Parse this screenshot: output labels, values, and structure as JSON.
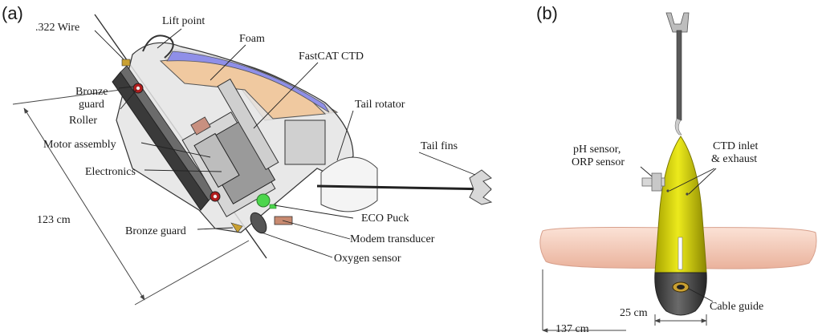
{
  "panels": {
    "a": "(a)",
    "b": "(b)"
  },
  "labels_a": {
    "wire": ".322 Wire",
    "lift_point": "Lift point",
    "foam": "Foam",
    "fastcat_ctd": "FastCAT CTD",
    "bronze_guard_top_1": "Bronze",
    "bronze_guard_top_2": "guard",
    "roller": "Roller",
    "tail_rotator": "Tail rotator",
    "motor_assembly": "Motor assembly",
    "tail_fins": "Tail fins",
    "electronics": "Electronics",
    "length": "123 cm",
    "eco_puck": "ECO Puck",
    "bronze_guard_bottom": "Bronze guard",
    "modem_transducer": "Modem transducer",
    "oxygen_sensor": "Oxygen sensor"
  },
  "labels_b": {
    "ph_sensor_1": "pH sensor,",
    "ph_sensor_2": "ORP sensor",
    "ctd_inlet_1": "CTD inlet",
    "ctd_inlet_2": "& exhaust",
    "cable_guide": "Cable guide",
    "width_small": "25 cm",
    "width_large": "137 cm"
  },
  "colors": {
    "foam": "#f0c9a0",
    "foam_edge": "#8f8fe8",
    "frame": "#e4e4e4",
    "hull_yellow": "#d8d400",
    "hull_dark": "#4a4a4a",
    "wing": "#f6cdbd",
    "bronze": "#c9a032",
    "roller": "#b01c1c",
    "puck": "#4cd64c"
  }
}
